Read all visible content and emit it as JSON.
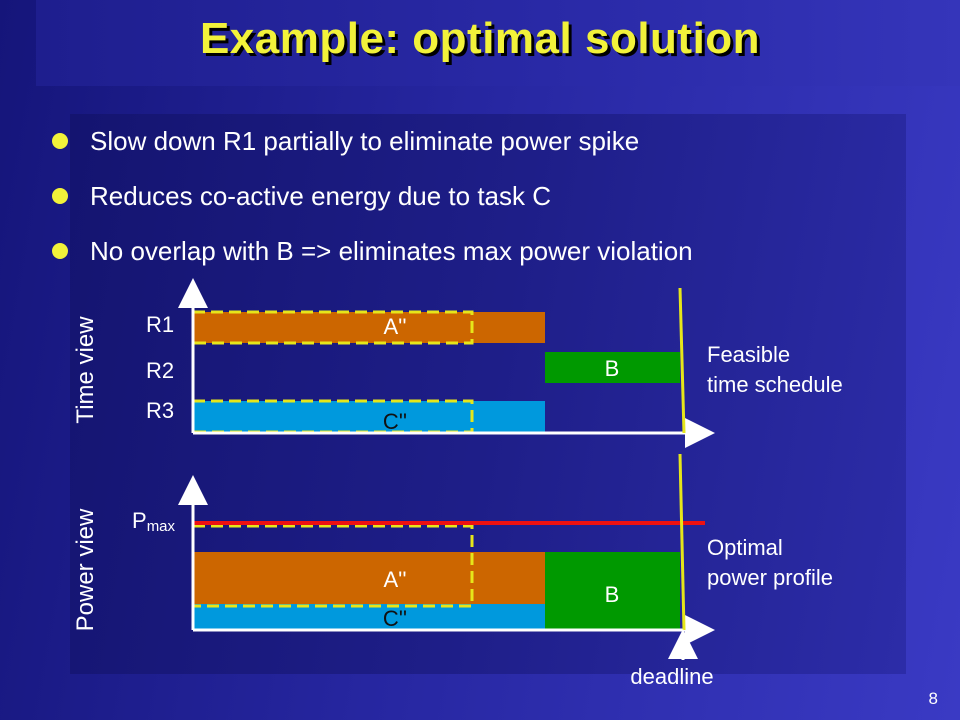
{
  "title": "Example: optimal solution",
  "bullets": [
    "Slow down R1 partially to eliminate power spike",
    "Reduces co-active energy due to task C",
    "No overlap with B => eliminates max power violation"
  ],
  "time_view": {
    "axis_label": "Time view",
    "rows": [
      "R1",
      "R2",
      "R3"
    ],
    "task_a_label": "A''",
    "task_b_label": "B",
    "task_c_label": "C''",
    "caption_line1": "Feasible",
    "caption_line2": "time schedule"
  },
  "power_view": {
    "axis_label": "Power view",
    "pmax_label": "P",
    "pmax_sub": "max",
    "task_a_label": "A''",
    "task_b_label": "B",
    "task_c_label": "C''",
    "caption_line1": "Optimal",
    "caption_line2": "power profile"
  },
  "deadline_label": "deadline",
  "page_number": "8",
  "colors": {
    "title": "#F2F23A",
    "bullet": "#F2F23A",
    "task_a": "#CC6600",
    "task_b": "#009900",
    "task_c": "#0099DD",
    "pmax_line": "#EE1111",
    "deadline_line": "#E6E61A",
    "dashed_outline": "#E6E61A"
  }
}
